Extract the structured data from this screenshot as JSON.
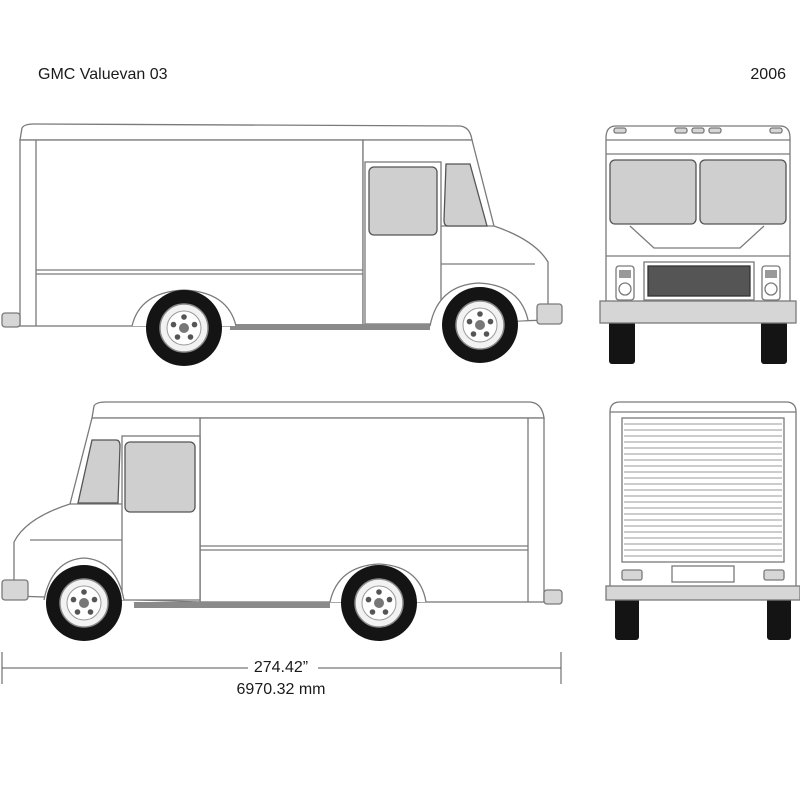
{
  "header": {
    "title": "GMC Valuevan 03",
    "year": "2006"
  },
  "dimensions": {
    "length_in": "274.42”",
    "length_mm": "6970.32 mm"
  },
  "colors": {
    "outline": "#7a7a7a",
    "glass": "#cfcfcf",
    "tire": "#141414",
    "bumper": "#d6d6d6",
    "body": "#ffffff"
  },
  "views": [
    "side-right",
    "front",
    "side-left",
    "rear"
  ]
}
